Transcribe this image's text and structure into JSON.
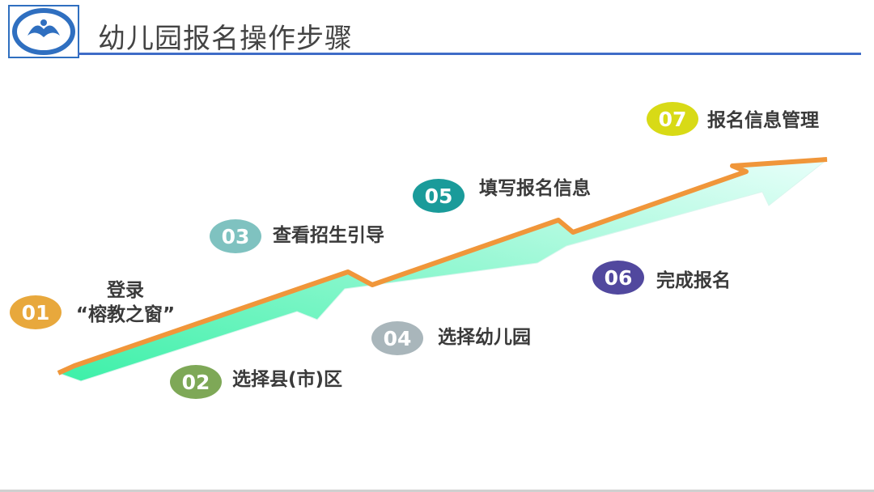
{
  "header": {
    "title": "幼儿园报名操作步骤"
  },
  "steps": [
    {
      "number": "01",
      "label_line1": "登录",
      "label_line2": "“榕教之窗”",
      "color": "#e8a83c"
    },
    {
      "number": "02",
      "label": "选择县(市)区",
      "color": "#7ea857"
    },
    {
      "number": "03",
      "label": "查看招生引导",
      "color": "#7fc2c0"
    },
    {
      "number": "04",
      "label": "选择幼儿园",
      "color": "#a9b6bb"
    },
    {
      "number": "05",
      "label": "填写报名信息",
      "color": "#1a9b9a"
    },
    {
      "number": "06",
      "label": "完成报名",
      "color": "#51489e"
    },
    {
      "number": "07",
      "label": "报名信息管理",
      "color": "#d8da16"
    }
  ],
  "arrow": {
    "edge_color": "#f0963a",
    "fill_start": "#3cf0a8",
    "fill_end": "#e8fffa"
  }
}
